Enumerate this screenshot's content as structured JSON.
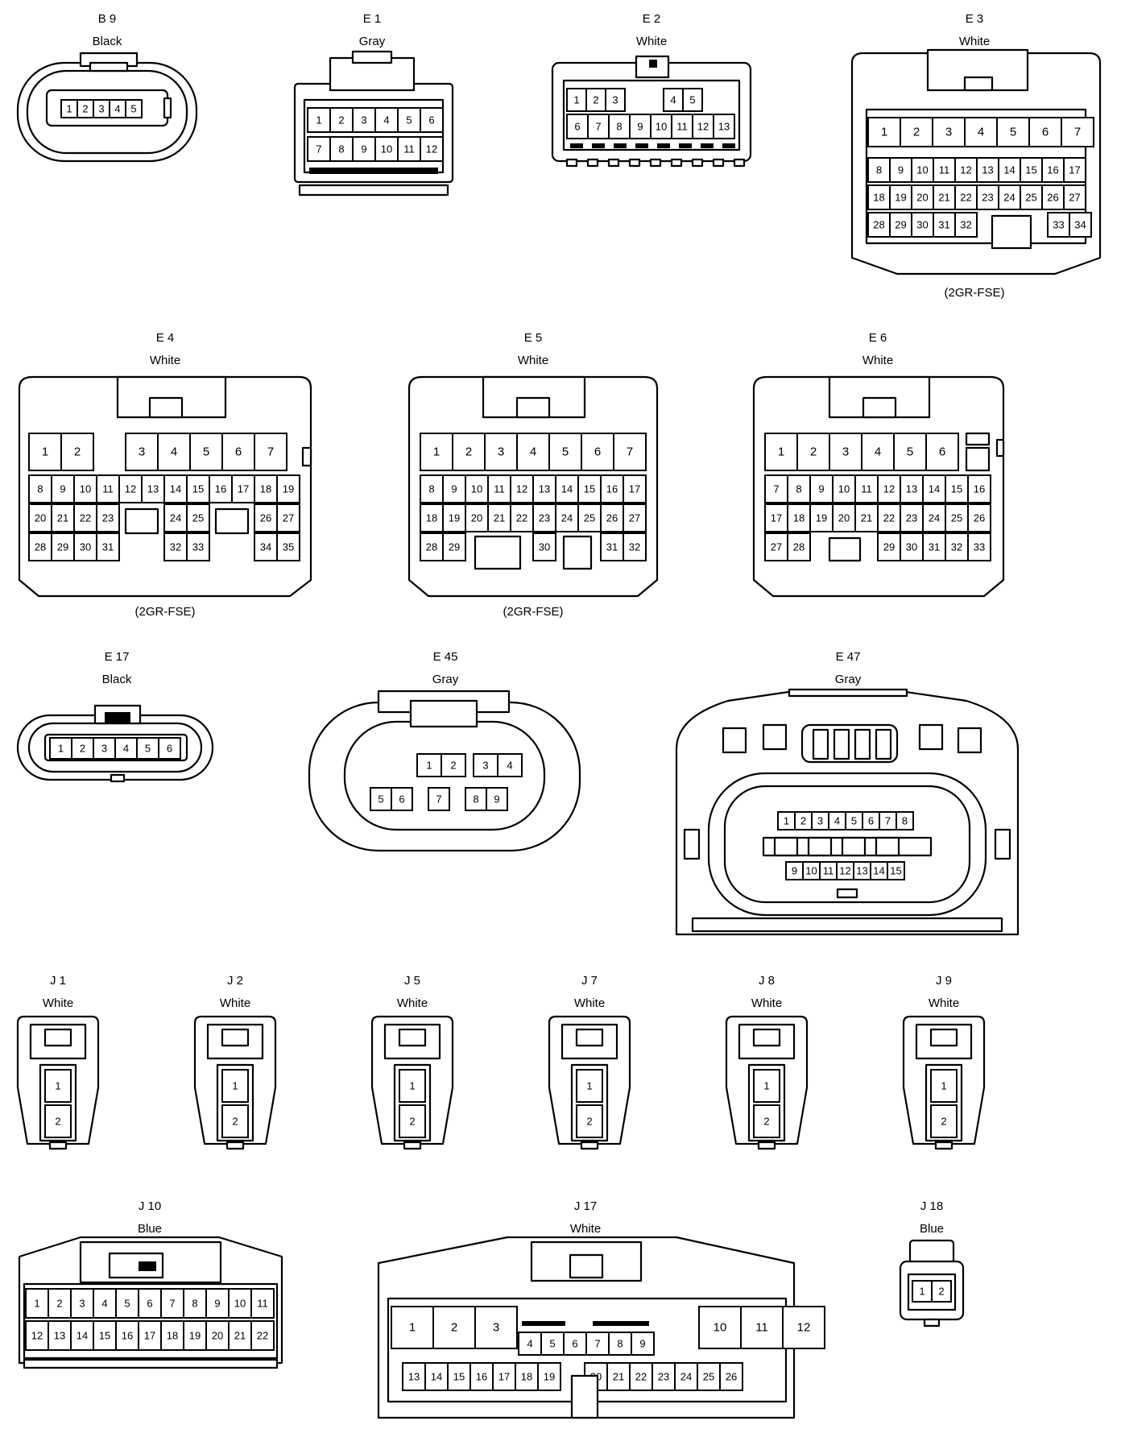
{
  "connectors": [
    {
      "id": "B9",
      "code": "B 9",
      "color": "Black",
      "note": "",
      "rows": [
        [
          "1",
          "2",
          "3",
          "4",
          "5"
        ]
      ]
    },
    {
      "id": "E1",
      "code": "E 1",
      "color": "Gray",
      "note": "",
      "rows": [
        [
          "1",
          "2",
          "3",
          "4",
          "5",
          "6"
        ],
        [
          "7",
          "8",
          "9",
          "10",
          "11",
          "12"
        ]
      ]
    },
    {
      "id": "E2",
      "code": "E 2",
      "color": "White",
      "note": "",
      "rows": [
        [
          "1",
          "2",
          "3",
          "",
          "",
          "4",
          "5"
        ],
        [
          "6",
          "7",
          "8",
          "9",
          "10",
          "11",
          "12",
          "13"
        ]
      ]
    },
    {
      "id": "E3",
      "code": "E 3",
      "color": "White",
      "note": "(2GR-FSE)",
      "rows": [
        [
          "1",
          "2",
          "3",
          "4",
          "5",
          "6",
          "7"
        ],
        [
          "8",
          "9",
          "10",
          "11",
          "12",
          "13",
          "14",
          "15",
          "16",
          "17"
        ],
        [
          "18",
          "19",
          "20",
          "21",
          "22",
          "23",
          "24",
          "25",
          "26",
          "27"
        ],
        [
          "28",
          "29",
          "30",
          "31",
          "32",
          "",
          "",
          "33",
          "34"
        ]
      ]
    },
    {
      "id": "E4",
      "code": "E 4",
      "color": "White",
      "note": "(2GR-FSE)",
      "rows": [
        [
          "1",
          "2",
          "",
          "3",
          "4",
          "5",
          "6",
          "7"
        ],
        [
          "8",
          "9",
          "10",
          "11",
          "12",
          "13",
          "14",
          "15",
          "16",
          "17",
          "18",
          "19"
        ],
        [
          "20",
          "21",
          "22",
          "23",
          "",
          "",
          "24",
          "25",
          "",
          "",
          "26",
          "27"
        ],
        [
          "28",
          "29",
          "30",
          "31",
          "",
          "",
          "32",
          "33",
          "",
          "",
          "34",
          "35"
        ]
      ]
    },
    {
      "id": "E5",
      "code": "E 5",
      "color": "White",
      "note": "(2GR-FSE)",
      "rows": [
        [
          "1",
          "2",
          "3",
          "4",
          "5",
          "6",
          "7"
        ],
        [
          "8",
          "9",
          "10",
          "11",
          "12",
          "13",
          "14",
          "15",
          "16",
          "17"
        ],
        [
          "18",
          "19",
          "20",
          "21",
          "22",
          "23",
          "24",
          "25",
          "26",
          "27"
        ],
        [
          "28",
          "29",
          "",
          "",
          "",
          "30",
          "",
          "",
          "31",
          "32"
        ]
      ]
    },
    {
      "id": "E6",
      "code": "E 6",
      "color": "White",
      "note": "",
      "rows": [
        [
          "1",
          "2",
          "3",
          "4",
          "5",
          "6"
        ],
        [
          "7",
          "8",
          "9",
          "10",
          "11",
          "12",
          "13",
          "14",
          "15",
          "16"
        ],
        [
          "17",
          "18",
          "19",
          "20",
          "21",
          "22",
          "23",
          "24",
          "25",
          "26"
        ],
        [
          "27",
          "28",
          "",
          "",
          "",
          "29",
          "30",
          "31",
          "32",
          "33"
        ]
      ]
    },
    {
      "id": "E17",
      "code": "E 17",
      "color": "Black",
      "note": "",
      "rows": [
        [
          "1",
          "2",
          "3",
          "4",
          "5",
          "6"
        ]
      ]
    },
    {
      "id": "E45",
      "code": "E 45",
      "color": "Gray",
      "note": "",
      "rows": [
        [
          "1",
          "2",
          "",
          "3",
          "4"
        ],
        [
          "5",
          "6",
          "",
          "7",
          "",
          "8",
          "9"
        ]
      ]
    },
    {
      "id": "E47",
      "code": "E 47",
      "color": "Gray",
      "note": "",
      "rows": [
        [
          "1",
          "2",
          "3",
          "4",
          "5",
          "6",
          "7",
          "8"
        ],
        [
          "9",
          "10",
          "11",
          "12",
          "13",
          "14",
          "15"
        ]
      ]
    },
    {
      "id": "J1",
      "code": "J 1",
      "color": "White",
      "note": "",
      "rows": [
        [
          "1"
        ],
        [
          "2"
        ]
      ]
    },
    {
      "id": "J2",
      "code": "J 2",
      "color": "White",
      "note": "",
      "rows": [
        [
          "1"
        ],
        [
          "2"
        ]
      ]
    },
    {
      "id": "J5",
      "code": "J 5",
      "color": "White",
      "note": "",
      "rows": [
        [
          "1"
        ],
        [
          "2"
        ]
      ]
    },
    {
      "id": "J7",
      "code": "J 7",
      "color": "White",
      "note": "",
      "rows": [
        [
          "1"
        ],
        [
          "2"
        ]
      ]
    },
    {
      "id": "J8",
      "code": "J 8",
      "color": "White",
      "note": "",
      "rows": [
        [
          "1"
        ],
        [
          "2"
        ]
      ]
    },
    {
      "id": "J9",
      "code": "J 9",
      "color": "White",
      "note": "",
      "rows": [
        [
          "1"
        ],
        [
          "2"
        ]
      ]
    },
    {
      "id": "J10",
      "code": "J 10",
      "color": "Blue",
      "note": "",
      "rows": [
        [
          "1",
          "2",
          "3",
          "4",
          "5",
          "6",
          "7",
          "8",
          "9",
          "10",
          "11"
        ],
        [
          "12",
          "13",
          "14",
          "15",
          "16",
          "17",
          "18",
          "19",
          "20",
          "21",
          "22"
        ]
      ]
    },
    {
      "id": "J17",
      "code": "J 17",
      "color": "White",
      "note": "",
      "rows": [
        [
          "1",
          "2",
          "3",
          "",
          "10",
          "11",
          "12"
        ],
        [
          "4",
          "5",
          "6",
          "7",
          "8",
          "9"
        ],
        [
          "13",
          "14",
          "15",
          "16",
          "17",
          "18",
          "19",
          "",
          "20",
          "21",
          "22",
          "23",
          "24",
          "25",
          "26"
        ]
      ]
    },
    {
      "id": "J18",
      "code": "J 18",
      "color": "Blue",
      "note": "",
      "rows": [
        [
          "1",
          "2"
        ]
      ]
    }
  ]
}
